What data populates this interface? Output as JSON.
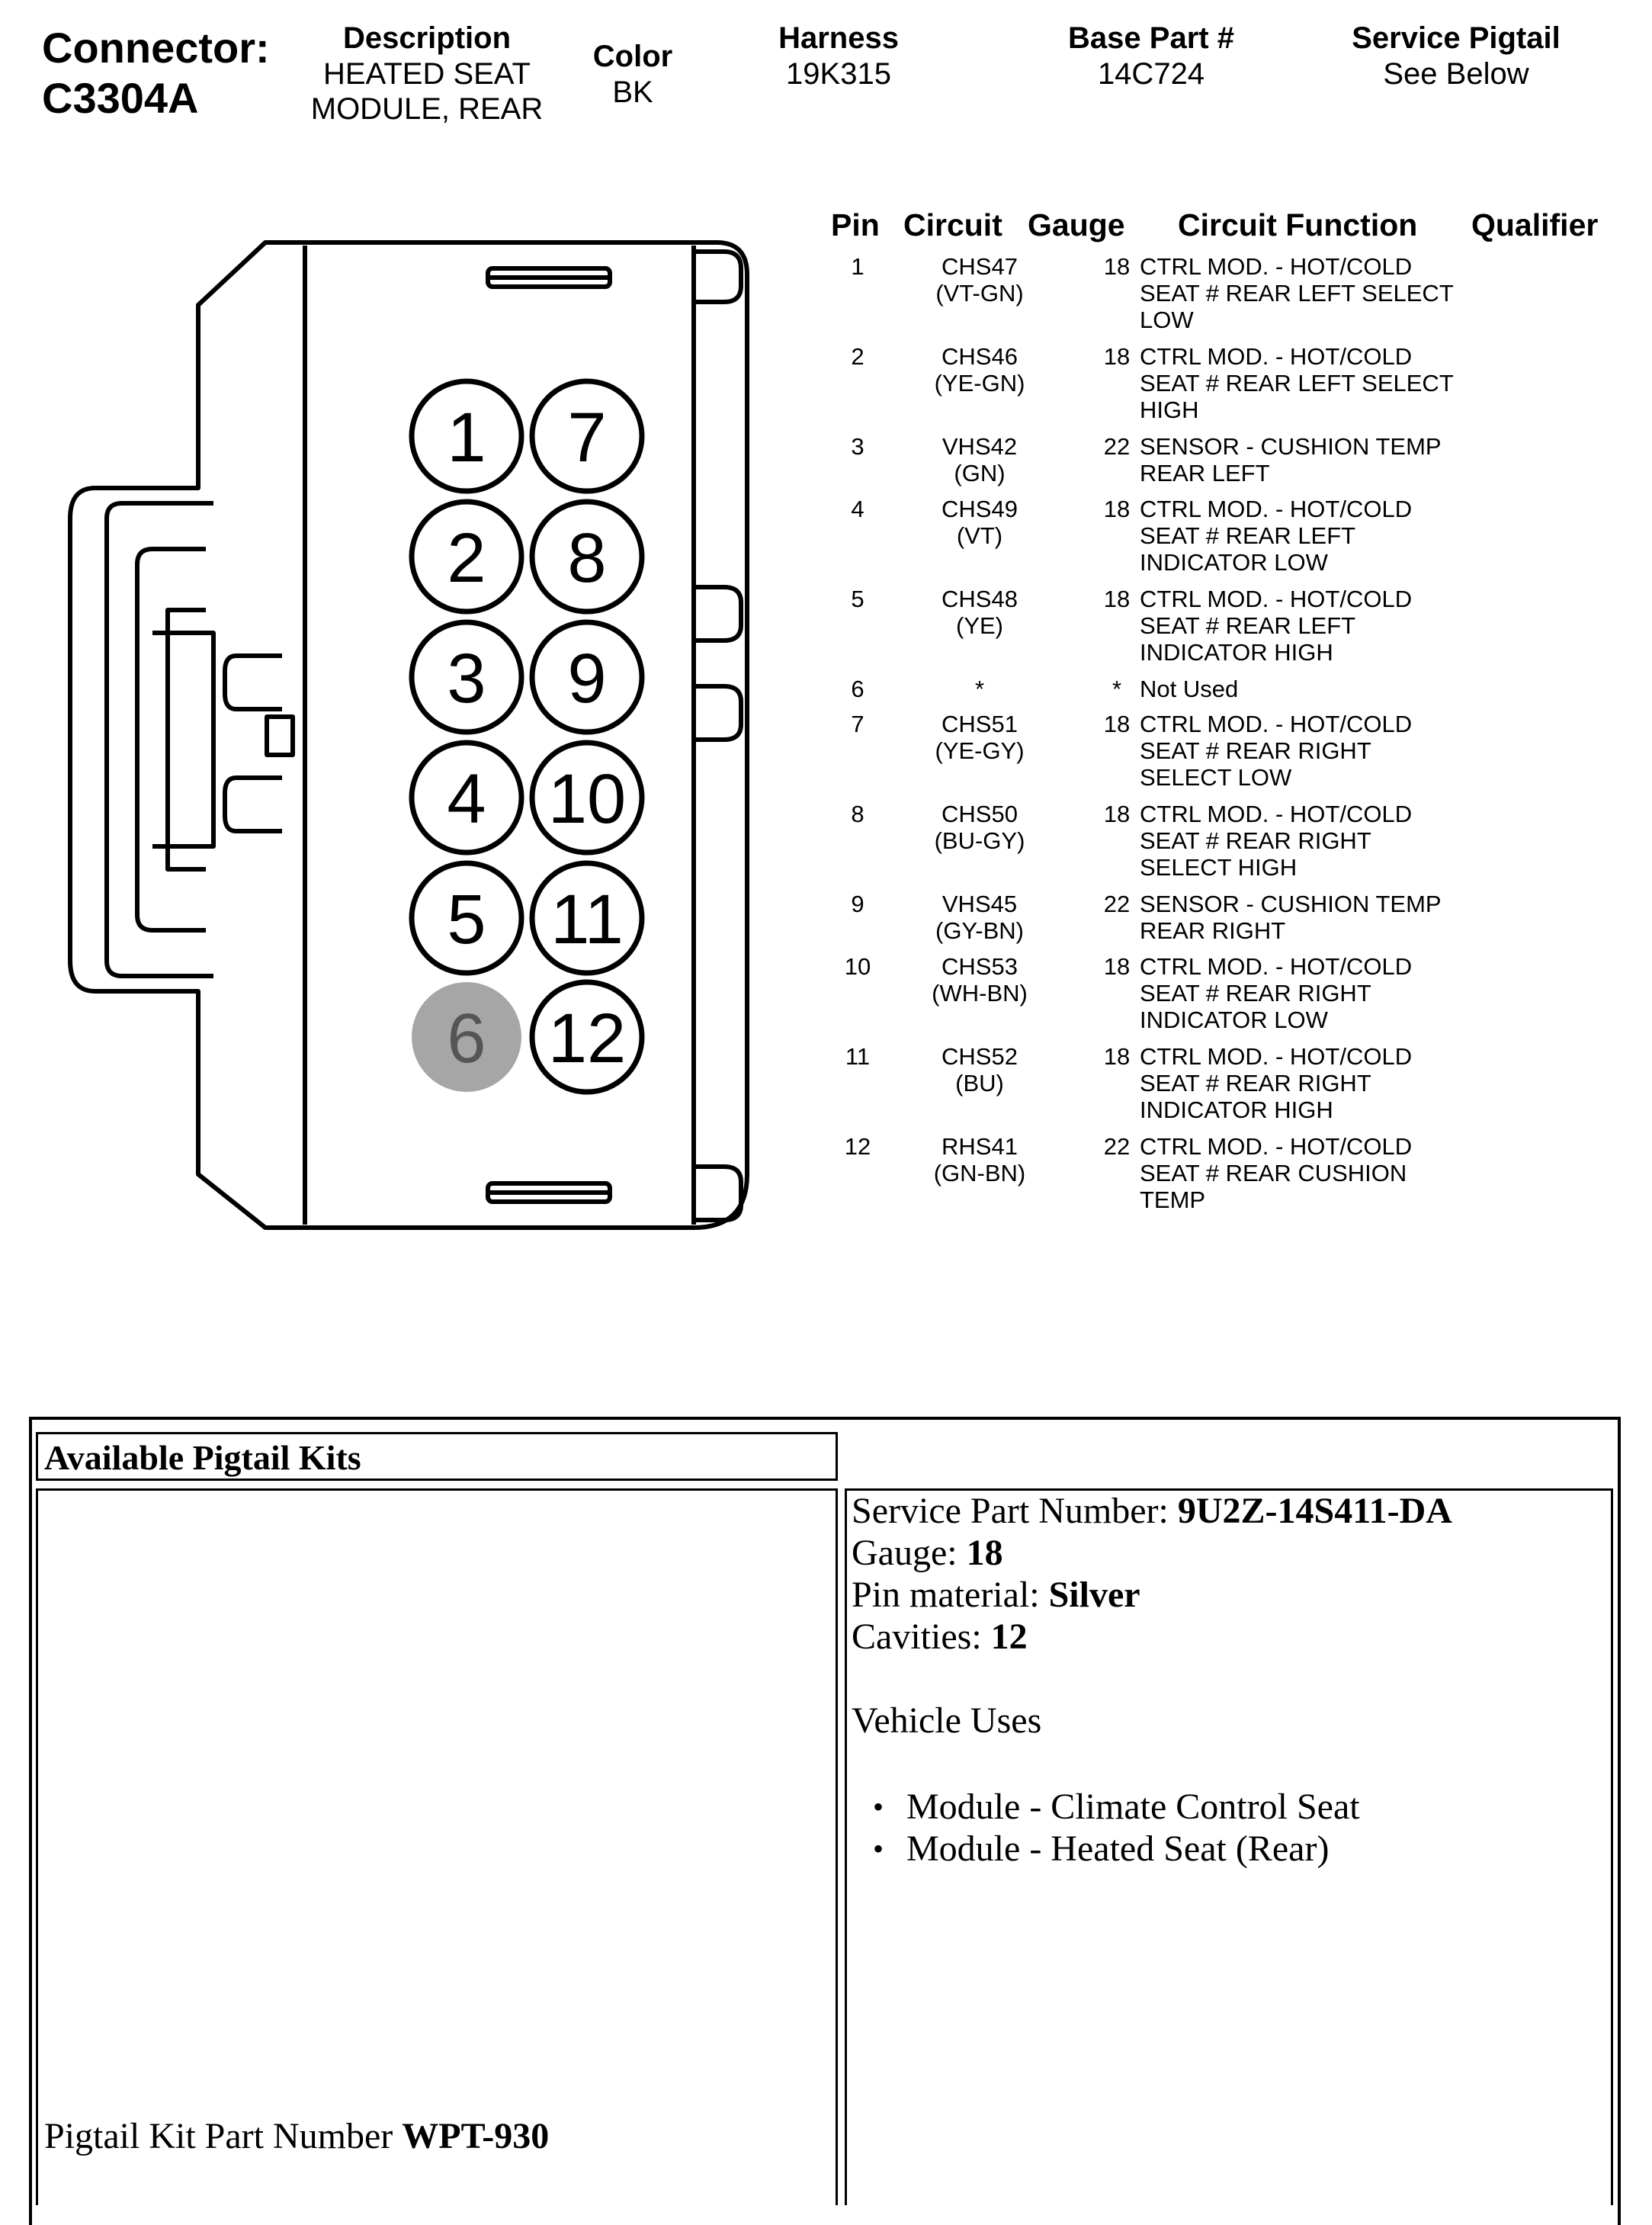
{
  "header": {
    "connector_label": "Connector:",
    "connector_id": "C3304A",
    "description_label": "Description",
    "description_line1": "HEATED SEAT",
    "description_line2": "MODULE, REAR",
    "color_label": "Color",
    "color_value": "BK",
    "harness_label": "Harness",
    "harness_value": "19K315",
    "base_part_label": "Base Part #",
    "base_part_value": "14C724",
    "pigtail_label": "Service Pigtail",
    "pigtail_value": "See Below"
  },
  "connector_pins": [
    "1",
    "2",
    "3",
    "4",
    "5",
    "6",
    "7",
    "8",
    "9",
    "10",
    "11",
    "12"
  ],
  "colors": {
    "unused_pin_fill": "#a6a6a6",
    "unused_pin_text": "#555555"
  },
  "table": {
    "headers": {
      "pin": "Pin",
      "circuit": "Circuit",
      "gauge": "Gauge",
      "function": "Circuit Function",
      "qualifier": "Qualifier"
    },
    "rows": [
      {
        "pin": "1",
        "circuit": "CHS47\n(VT-GN)",
        "gauge": "18",
        "function": "CTRL MOD. - HOT/COLD\nSEAT # REAR LEFT SELECT\nLOW"
      },
      {
        "pin": "2",
        "circuit": "CHS46\n(YE-GN)",
        "gauge": "18",
        "function": "CTRL MOD. - HOT/COLD\nSEAT # REAR LEFT SELECT\nHIGH"
      },
      {
        "pin": "3",
        "circuit": "VHS42\n(GN)",
        "gauge": "22",
        "function": "SENSOR - CUSHION TEMP\nREAR LEFT"
      },
      {
        "pin": "4",
        "circuit": "CHS49\n(VT)",
        "gauge": "18",
        "function": "CTRL MOD. - HOT/COLD\nSEAT # REAR LEFT\nINDICATOR LOW"
      },
      {
        "pin": "5",
        "circuit": "CHS48\n(YE)",
        "gauge": "18",
        "function": "CTRL MOD. - HOT/COLD\nSEAT # REAR LEFT\nINDICATOR HIGH"
      },
      {
        "pin": "6",
        "circuit": "*",
        "gauge": "*",
        "function": "Not Used"
      },
      {
        "pin": "7",
        "circuit": "CHS51\n(YE-GY)",
        "gauge": "18",
        "function": "CTRL MOD. - HOT/COLD\nSEAT # REAR RIGHT\nSELECT LOW"
      },
      {
        "pin": "8",
        "circuit": "CHS50\n(BU-GY)",
        "gauge": "18",
        "function": "CTRL MOD. - HOT/COLD\nSEAT # REAR RIGHT\nSELECT HIGH"
      },
      {
        "pin": "9",
        "circuit": "VHS45\n(GY-BN)",
        "gauge": "22",
        "function": "SENSOR - CUSHION TEMP\nREAR RIGHT"
      },
      {
        "pin": "10",
        "circuit": "CHS53\n(WH-BN)",
        "gauge": "18",
        "function": "CTRL MOD. - HOT/COLD\nSEAT # REAR RIGHT\nINDICATOR LOW"
      },
      {
        "pin": "11",
        "circuit": "CHS52\n(BU)",
        "gauge": "18",
        "function": "CTRL MOD. - HOT/COLD\nSEAT # REAR RIGHT\nINDICATOR HIGH"
      },
      {
        "pin": "12",
        "circuit": "RHS41\n(GN-BN)",
        "gauge": "22",
        "function": "CTRL MOD. - HOT/COLD\nSEAT # REAR CUSHION\nTEMP"
      }
    ]
  },
  "pigtail": {
    "title": "Available Pigtail Kits",
    "service_part_label": "Service Part Number: ",
    "service_part_value": "9U2Z-14S411-DA",
    "gauge_label": "Gauge: ",
    "gauge_value": "18",
    "pin_material_label": "Pin material: ",
    "pin_material_value": "Silver",
    "cavities_label": "Cavities: ",
    "cavities_value": "12",
    "vehicle_uses_label": "Vehicle Uses",
    "vehicle_uses": [
      "Module - Climate Control Seat",
      "Module - Heated Seat (Rear)"
    ],
    "kit_label": "Pigtail Kit Part Number ",
    "kit_value": "WPT-930"
  }
}
